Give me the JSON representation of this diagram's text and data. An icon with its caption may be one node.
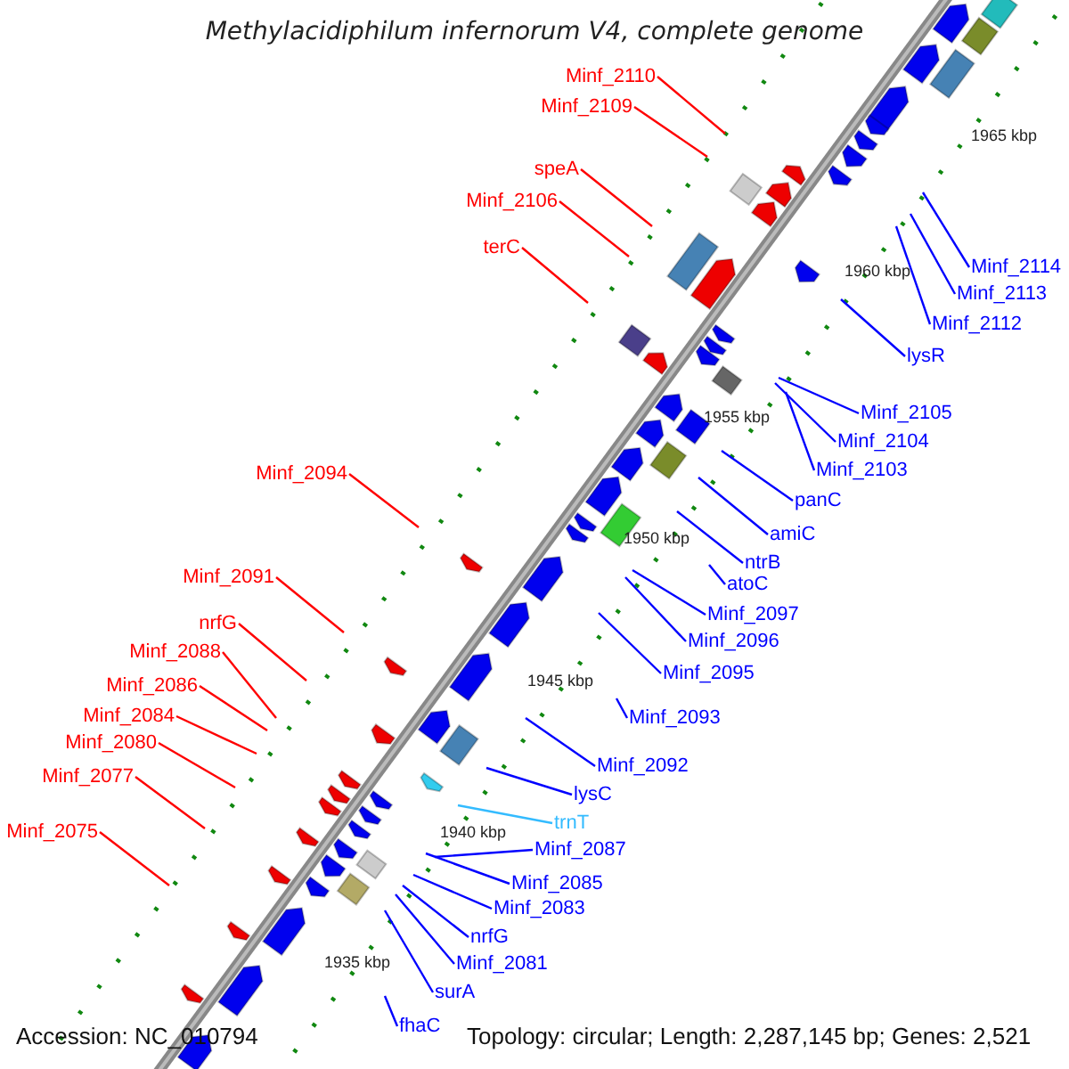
{
  "diagram": {
    "title": "Methylacidiphilum infernorum V4, complete genome",
    "nodes": [
      {
        "text": [
          "Minf_2110"
        ]
      },
      {
        "text": [
          "Minf_2109"
        ]
      },
      {
        "text": [
          "speA"
        ]
      },
      {
        "text": [
          "Minf_2106"
        ]
      },
      {
        "text": [
          "terC"
        ]
      },
      {
        "text": [
          "Minf_2094"
        ]
      },
      {
        "text": [
          "Minf_2091"
        ]
      },
      {
        "text": [
          "nrfG"
        ]
      },
      {
        "text": [
          "Minf_2088"
        ]
      },
      {
        "text": [
          "Minf_2086"
        ]
      },
      {
        "text": [
          "Minf_2084"
        ]
      },
      {
        "text": [
          "Minf_2080"
        ]
      },
      {
        "text": [
          "Minf_2077"
        ]
      },
      {
        "text": [
          "Minf_2075"
        ]
      },
      {
        "text": [
          "Minf_2114"
        ]
      },
      {
        "text": [
          "Minf_2113"
        ]
      },
      {
        "text": [
          "Minf_2112"
        ]
      },
      {
        "text": [
          "lysR"
        ]
      },
      {
        "text": [
          "Minf_2105"
        ]
      },
      {
        "text": [
          "Minf_2104"
        ]
      },
      {
        "text": [
          "Minf_2103"
        ]
      },
      {
        "text": [
          "panC"
        ]
      },
      {
        "text": [
          "amiC"
        ]
      },
      {
        "text": [
          "ntrB"
        ]
      },
      {
        "text": [
          "atoC"
        ]
      },
      {
        "text": [
          "Minf_2097"
        ]
      },
      {
        "text": [
          "Minf_2096"
        ]
      },
      {
        "text": [
          "Minf_2095"
        ]
      },
      {
        "text": [
          "Minf_2093"
        ]
      },
      {
        "text": [
          "Minf_2092"
        ]
      },
      {
        "text": [
          "lysC"
        ]
      },
      {
        "text": [
          "trnT"
        ]
      },
      {
        "text": [
          "Minf_2087"
        ]
      },
      {
        "text": [
          "Minf_2085"
        ]
      },
      {
        "text": [
          "Minf_2083"
        ]
      },
      {
        "text": [
          "nrfG"
        ]
      },
      {
        "text": [
          "Minf_2081"
        ]
      },
      {
        "text": [
          "surA"
        ]
      },
      {
        "text": [
          "fhaC"
        ]
      }
    ],
    "edges": [
      {
        "from": 0,
        "to": null,
        "arrow": "none",
        "color": "#ff0000"
      },
      {
        "from": 1,
        "to": null,
        "arrow": "none",
        "color": "#ff0000"
      },
      {
        "from": 2,
        "to": null,
        "arrow": "none",
        "color": "#ff0000"
      },
      {
        "from": 3,
        "to": null,
        "arrow": "none",
        "color": "#ff0000"
      },
      {
        "from": 4,
        "to": null,
        "arrow": "none",
        "color": "#ff0000"
      },
      {
        "from": 5,
        "to": null,
        "arrow": "none",
        "color": "#ff0000"
      },
      {
        "from": 6,
        "to": null,
        "arrow": "none",
        "color": "#ff0000"
      },
      {
        "from": 7,
        "to": null,
        "arrow": "none",
        "color": "#ff0000"
      },
      {
        "from": 8,
        "to": null,
        "arrow": "none",
        "color": "#ff0000"
      },
      {
        "from": 9,
        "to": null,
        "arrow": "none",
        "color": "#ff0000"
      },
      {
        "from": 10,
        "to": null,
        "arrow": "none",
        "color": "#ff0000"
      },
      {
        "from": 11,
        "to": null,
        "arrow": "none",
        "color": "#ff0000"
      },
      {
        "from": 12,
        "to": null,
        "arrow": "none",
        "color": "#ff0000"
      },
      {
        "from": 13,
        "to": null,
        "arrow": "none",
        "color": "#ff0000"
      },
      {
        "from": 14,
        "to": null,
        "arrow": "none"
      },
      {
        "from": 15,
        "to": null,
        "arrow": "none"
      },
      {
        "from": 16,
        "to": null,
        "arrow": "none"
      },
      {
        "from": 17,
        "to": null,
        "arrow": "none"
      },
      {
        "from": 18,
        "to": null,
        "arrow": "none"
      },
      {
        "from": 19,
        "to": null,
        "arrow": "none"
      },
      {
        "from": 20,
        "to": null,
        "arrow": "none"
      },
      {
        "from": 21,
        "to": null,
        "arrow": "none"
      },
      {
        "from": 22,
        "to": null,
        "arrow": "none"
      },
      {
        "from": 23,
        "to": null,
        "arrow": "none"
      },
      {
        "from": 24,
        "to": null,
        "arrow": "none"
      },
      {
        "from": 25,
        "to": null,
        "arrow": "none"
      },
      {
        "from": 26,
        "to": null,
        "arrow": "none"
      },
      {
        "from": 27,
        "to": null,
        "arrow": "none"
      },
      {
        "from": 28,
        "to": null,
        "arrow": "none"
      },
      {
        "from": 29,
        "to": null,
        "arrow": "none"
      },
      {
        "from": 30,
        "to": null,
        "arrow": "none"
      },
      {
        "from": 31,
        "to": null,
        "arrow": "none",
        "color": "#33bbff"
      },
      {
        "from": 32,
        "to": null,
        "arrow": "none"
      },
      {
        "from": 33,
        "to": null,
        "arrow": "none"
      },
      {
        "from": 34,
        "to": null,
        "arrow": "none"
      },
      {
        "from": 35,
        "to": null,
        "arrow": "none"
      },
      {
        "from": 36,
        "to": null,
        "arrow": "none"
      },
      {
        "from": 37,
        "to": null,
        "arrow": "none"
      },
      {
        "from": 38,
        "to": null,
        "arrow": "none"
      }
    ],
    "labels": [
      "1965 kbp",
      "1960 kbp",
      "1955 kbp",
      "1950 kbp",
      "1945 kbp",
      "1940 kbp",
      "1935 kbp",
      "Accession: NC_010794",
      "Topology: circular; Length: 2,287,145 bp; Genes: 2,521"
    ]
  }
}
